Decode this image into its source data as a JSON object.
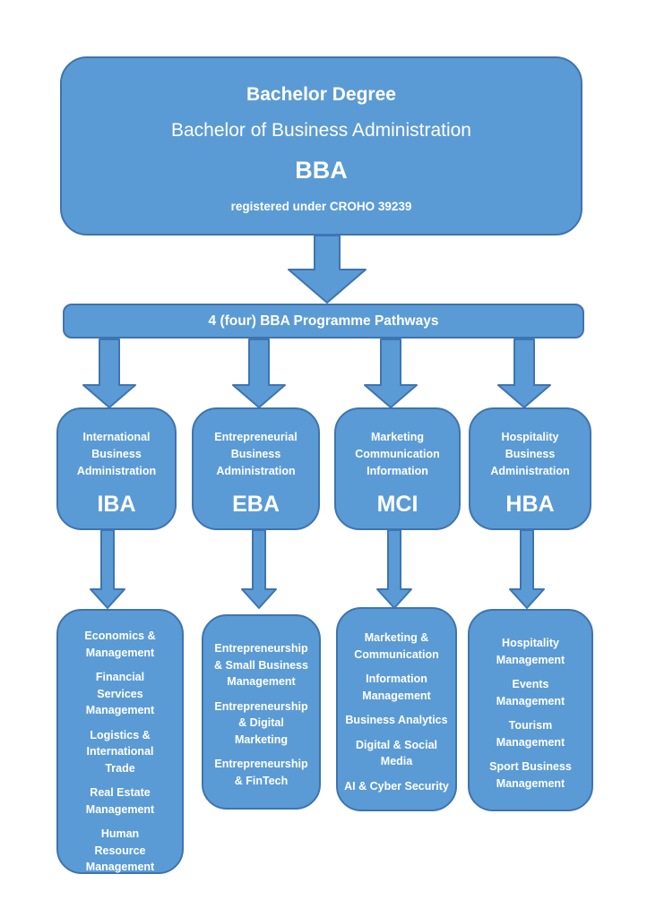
{
  "colors": {
    "box_fill": "#5b9bd5",
    "box_border": "#3e74b0",
    "text": "#ffffff",
    "bg": "#ffffff"
  },
  "top_box": {
    "title": "Bachelor Degree",
    "subtitle": "Bachelor of Business Administration",
    "acronym": "BBA",
    "note": "registered under CROHO 39239"
  },
  "pathways_bar": {
    "label": "4 (four) BBA Programme Pathways"
  },
  "columns": [
    {
      "name": "International Business Administration",
      "acronym": "IBA",
      "specialisations": [
        "Economics & Management",
        "Financial Services Management",
        "Logistics & International Trade",
        "Real Estate Management",
        "Human Resource Management"
      ]
    },
    {
      "name": "Entrepreneurial Business Administration",
      "acronym": "EBA",
      "specialisations": [
        "Entrepreneurship & Small Business Management",
        "Entrepreneurship & Digital Marketing",
        "Entrepreneurship & FinTech"
      ]
    },
    {
      "name": "Marketing Communication Information",
      "acronym": "MCI",
      "specialisations": [
        "Marketing & Communication",
        "Information Management",
        "Business Analytics",
        "Digital & Social Media",
        "AI & Cyber Security"
      ]
    },
    {
      "name": "Hospitality Business Administration",
      "acronym": "HBA",
      "specialisations": [
        "Hospitality Management",
        "Events Management",
        "Tourism Management",
        "Sport Business Management"
      ]
    }
  ]
}
